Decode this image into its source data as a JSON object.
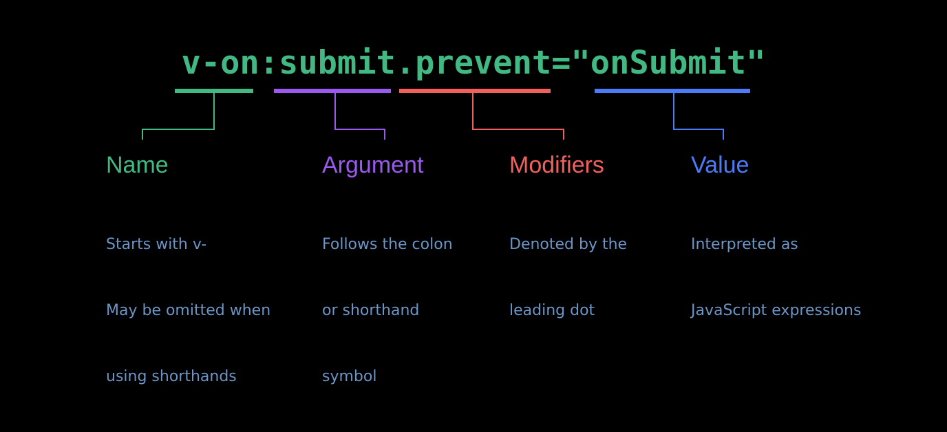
{
  "code": {
    "text": "v-on:submit.prevent=\"onSubmit\""
  },
  "colors": {
    "background": "#000000",
    "name": "#42b883",
    "argument": "#9b59f0",
    "modifiers": "#f25f5c",
    "value": "#4a7cf7",
    "description": "#6a95c6"
  },
  "parts": [
    {
      "title": "Name",
      "lines": [
        "Starts with v-",
        "May be omitted when",
        "using shorthands"
      ]
    },
    {
      "title": "Argument",
      "lines": [
        "Follows the colon",
        "or shorthand",
        "symbol"
      ]
    },
    {
      "title": "Modifiers",
      "lines": [
        "Denoted by the",
        "leading dot"
      ]
    },
    {
      "title": "Value",
      "lines": [
        "Interpreted as",
        "JavaScript expressions"
      ]
    }
  ]
}
